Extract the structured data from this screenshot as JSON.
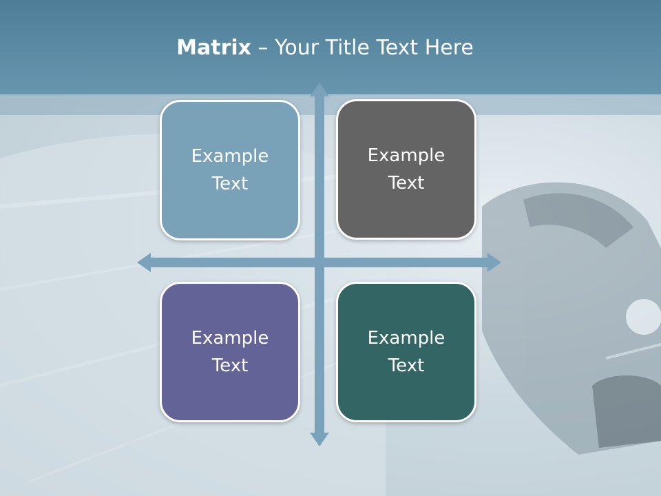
{
  "slide": {
    "title_bold": "Matrix",
    "title_rest": " – Your Title Text Here"
  },
  "matrix": {
    "cells": [
      {
        "text": "Example Text",
        "color": "#79a1b8"
      },
      {
        "text": "Example Text",
        "color": "#646464"
      },
      {
        "text": "Example Text",
        "color": "#646398"
      },
      {
        "text": "Example Text",
        "color": "#336564"
      }
    ],
    "axis_color": "#7aa3bb"
  }
}
